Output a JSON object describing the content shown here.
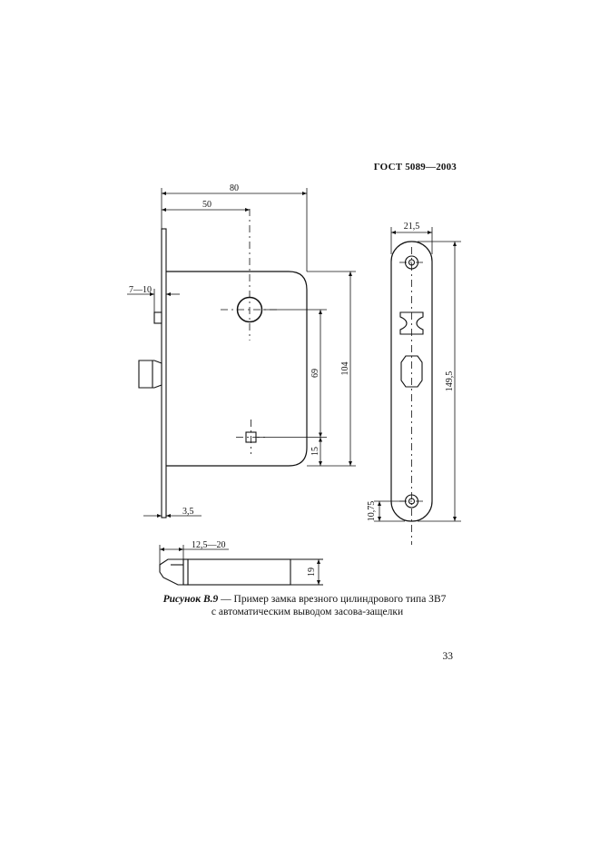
{
  "header": {
    "doc_code": "ГОСТ 5089—2003"
  },
  "figure": {
    "dimensions": {
      "width_80": "80",
      "backset_50": "50",
      "offset_7_10": "7—10",
      "faceplate_3_5": "3,5",
      "centres_69": "69",
      "height_104": "104",
      "bottom_15": "15",
      "plate_width_21_5": "21,5",
      "plate_length_149_5": "149,5",
      "screw_offset_10_75": "10,75",
      "latch_throw_12_5_20": "12,5—20",
      "latch_height_19": "19"
    }
  },
  "caption": {
    "label": "Рисунок В.9",
    "dash": " — ",
    "line1": "Пример замка врезного цилиндрового типа ЗВ7",
    "line2": "с автоматическим выводом засова-защелки"
  },
  "page": {
    "number": "33"
  }
}
